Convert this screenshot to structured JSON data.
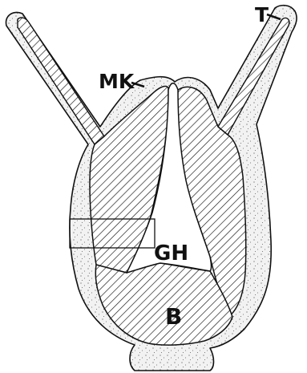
{
  "labels": {
    "mk": "MK",
    "t": "T",
    "gh": "GH",
    "b": "B"
  },
  "colors": {
    "ink": "#111111",
    "stipple_dot": "#555555",
    "outer_tissue": "#f2f2f2",
    "background": "#ffffff"
  },
  "patterns": {
    "inner_layer": "diagonal-hatching",
    "outer_layer": "stippled-dots"
  }
}
